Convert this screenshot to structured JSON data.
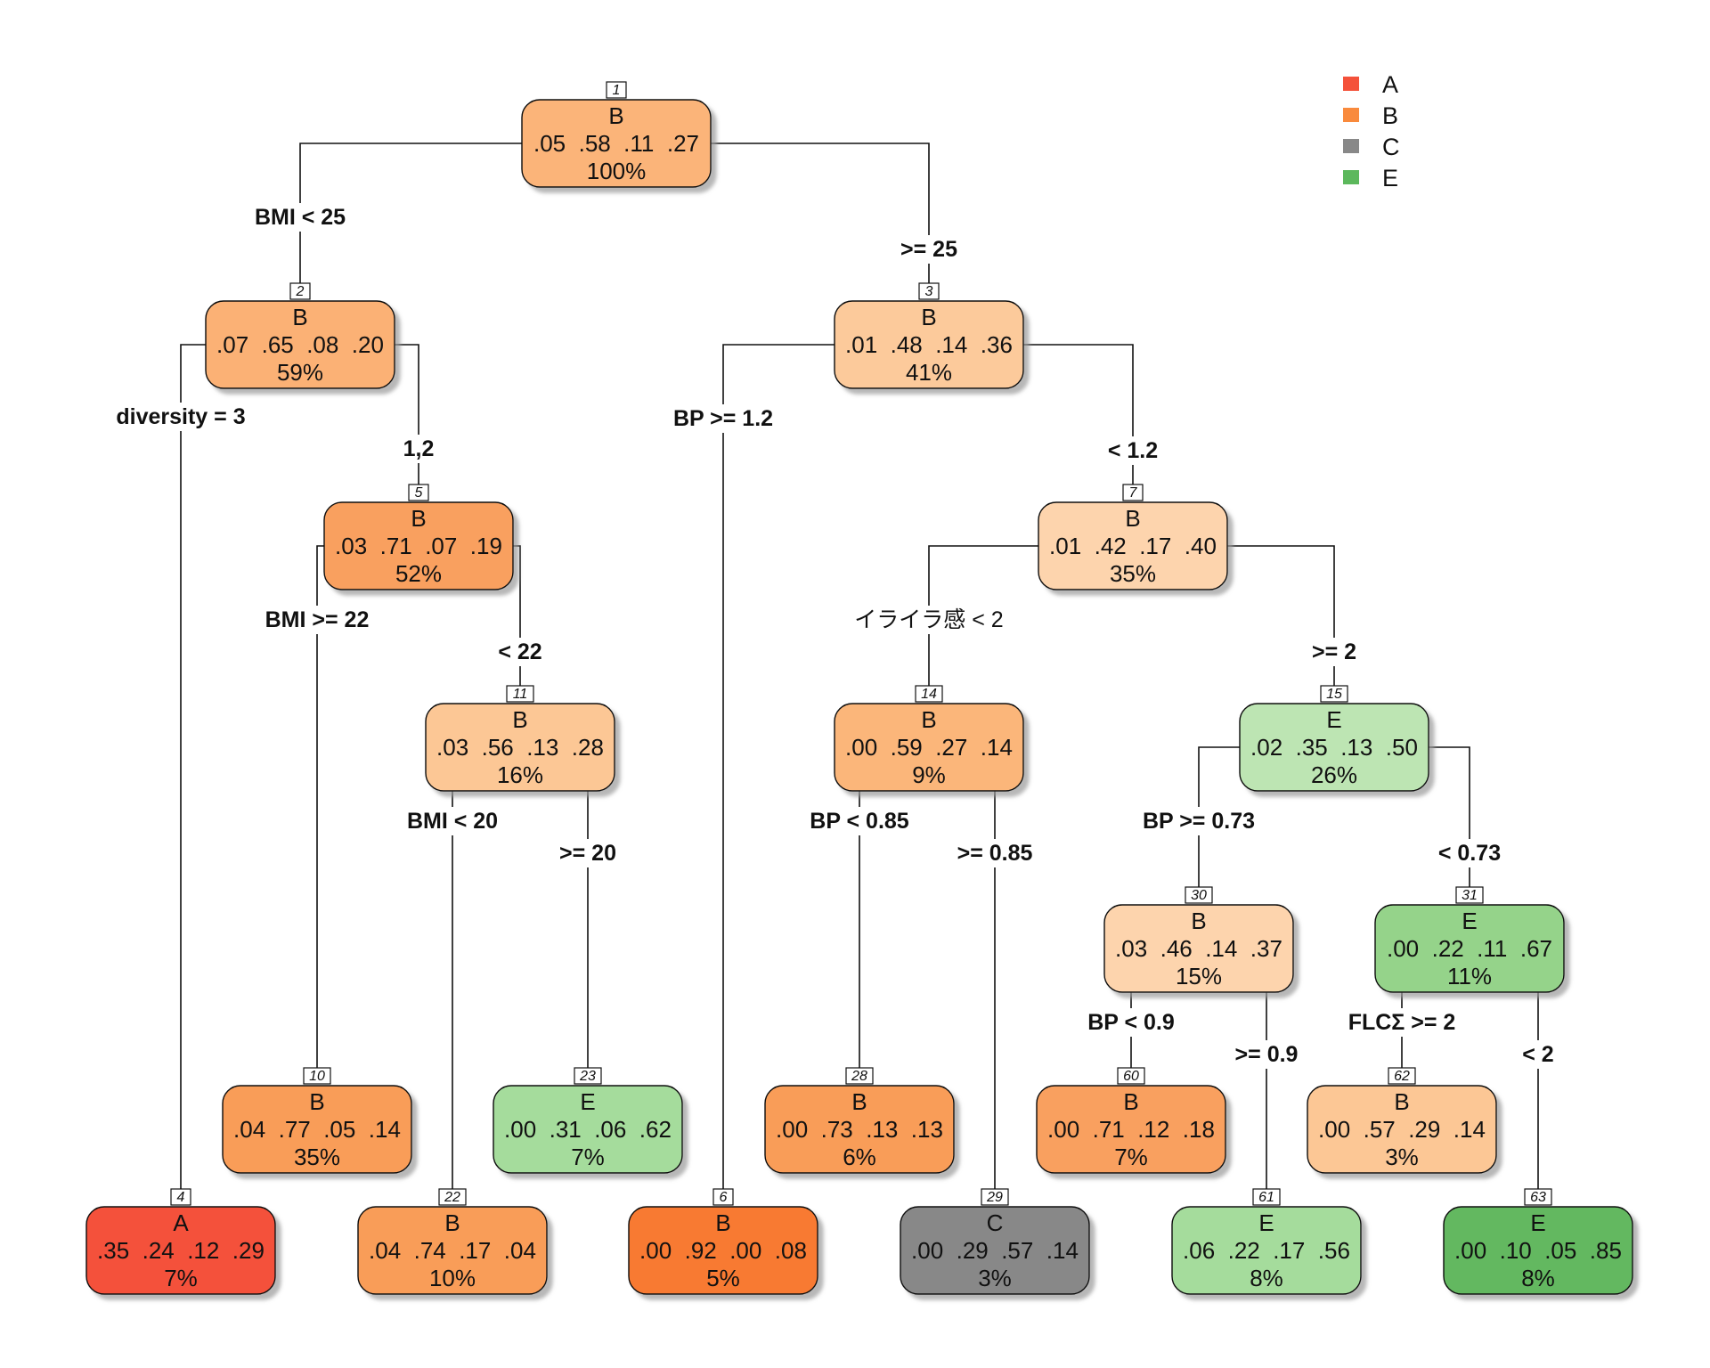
{
  "legend": [
    {
      "label": "A",
      "color": "#f4513a"
    },
    {
      "label": "B",
      "color": "#f98a3c"
    },
    {
      "label": "C",
      "color": "#888888"
    },
    {
      "label": "E",
      "color": "#5cb85c"
    }
  ],
  "nodes": [
    {
      "id": "1",
      "cls": "B",
      "probs": ".05  .58  .11  .27",
      "pct": "100%",
      "color": "#fbb479"
    },
    {
      "id": "2",
      "cls": "B",
      "probs": ".07  .65  .08  .20",
      "pct": "59%",
      "color": "#fbb174"
    },
    {
      "id": "3",
      "cls": "B",
      "probs": ".01  .48  .14  .36",
      "pct": "41%",
      "color": "#fcca9b"
    },
    {
      "id": "5",
      "cls": "B",
      "probs": ".03  .71  .07  .19",
      "pct": "52%",
      "color": "#f9a05e"
    },
    {
      "id": "7",
      "cls": "B",
      "probs": ".01  .42  .17  .40",
      "pct": "35%",
      "color": "#fdd4ad"
    },
    {
      "id": "11",
      "cls": "B",
      "probs": ".03  .56  .13  .28",
      "pct": "16%",
      "color": "#fcc795"
    },
    {
      "id": "14",
      "cls": "B",
      "probs": ".00  .59  .27  .14",
      "pct": "9%",
      "color": "#fbb67a"
    },
    {
      "id": "15",
      "cls": "E",
      "probs": ".02  .35  .13  .50",
      "pct": "26%",
      "color": "#bde5b3"
    },
    {
      "id": "30",
      "cls": "B",
      "probs": ".03  .46  .14  .37",
      "pct": "15%",
      "color": "#fdd4ad"
    },
    {
      "id": "31",
      "cls": "E",
      "probs": ".00  .22  .11  .67",
      "pct": "11%",
      "color": "#95d38a"
    },
    {
      "id": "10",
      "cls": "B",
      "probs": ".04  .77  .05  .14",
      "pct": "35%",
      "color": "#f99d58"
    },
    {
      "id": "23",
      "cls": "E",
      "probs": ".00  .31  .06  .62",
      "pct": "7%",
      "color": "#a5dc9c"
    },
    {
      "id": "28",
      "cls": "B",
      "probs": ".00  .73  .13  .13",
      "pct": "6%",
      "color": "#f99d58"
    },
    {
      "id": "60",
      "cls": "B",
      "probs": ".00  .71  .12  .18",
      "pct": "7%",
      "color": "#f9a05e"
    },
    {
      "id": "62",
      "cls": "B",
      "probs": ".00  .57  .29  .14",
      "pct": "3%",
      "color": "#fcc795"
    },
    {
      "id": "4",
      "cls": "A",
      "probs": ".35  .24  .12  .29",
      "pct": "7%",
      "color": "#f4513a"
    },
    {
      "id": "22",
      "cls": "B",
      "probs": ".04  .74  .17  .04",
      "pct": "10%",
      "color": "#f99d58"
    },
    {
      "id": "6",
      "cls": "B",
      "probs": ".00  .92  .00  .08",
      "pct": "5%",
      "color": "#f87a30"
    },
    {
      "id": "29",
      "cls": "C",
      "probs": ".00  .29  .57  .14",
      "pct": "3%",
      "color": "#888888"
    },
    {
      "id": "61",
      "cls": "E",
      "probs": ".06  .22  .17  .56",
      "pct": "8%",
      "color": "#a5dc9c"
    },
    {
      "id": "63",
      "cls": "E",
      "probs": ".00  .10  .05  .85",
      "pct": "8%",
      "color": "#63b861"
    }
  ],
  "splits": [
    {
      "parent": "1",
      "left": "BMI < 25",
      "right": ">= 25"
    },
    {
      "parent": "2",
      "left": "diversity = 3",
      "right": "1,2"
    },
    {
      "parent": "3",
      "left": "BP >= 1.2",
      "right": "< 1.2"
    },
    {
      "parent": "5",
      "left": "BMI >= 22",
      "right": "< 22"
    },
    {
      "parent": "7",
      "left": "イライラ感 < 2",
      "right": ">= 2"
    },
    {
      "parent": "11",
      "left": "BMI < 20",
      "right": ">= 20"
    },
    {
      "parent": "14",
      "left": "BP < 0.85",
      "right": ">= 0.85"
    },
    {
      "parent": "15",
      "left": "BP >= 0.73",
      "right": "< 0.73"
    },
    {
      "parent": "30",
      "left": "BP < 0.9",
      "right": ">= 0.9"
    },
    {
      "parent": "31",
      "left": "FLCΣ >= 2",
      "right": "< 2"
    }
  ]
}
